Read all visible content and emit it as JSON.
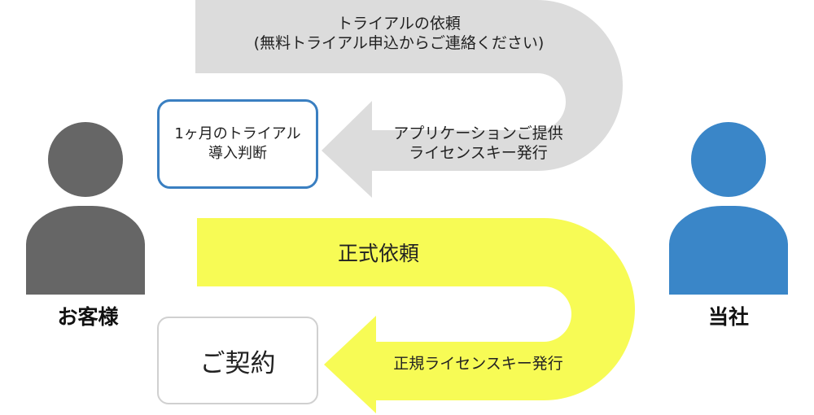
{
  "customer": {
    "label": "お客様",
    "color": "#666666"
  },
  "company": {
    "label": "当社",
    "color": "#3a86c8"
  },
  "trial_flow": {
    "color": "#dcdcdc",
    "top_text": [
      "トライアルの依頼",
      "(無料トライアル申込からご連絡ください)"
    ],
    "bottom_text": [
      "アプリケーションご提供",
      "ライセンスキー発行"
    ],
    "box": {
      "lines": [
        "1ヶ月のトライアル",
        "導入判断"
      ],
      "border_color": "#3a7fc1"
    }
  },
  "contract_flow": {
    "color": "#f7fb55",
    "top_text": [
      "正式依頼"
    ],
    "bottom_text": [
      "正規ライセンスキー発行"
    ],
    "box": {
      "lines": [
        "ご契約"
      ],
      "border_color": "#d0d0d0"
    }
  }
}
